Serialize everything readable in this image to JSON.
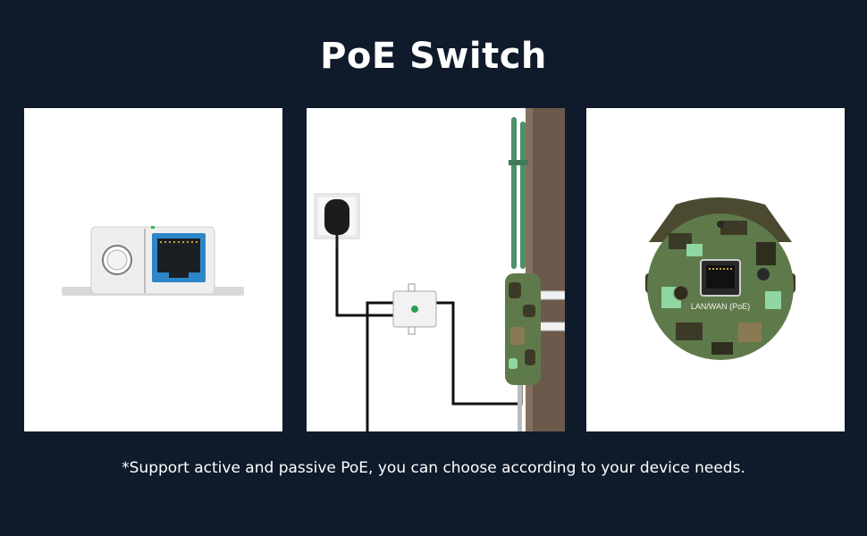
{
  "header": {
    "title": "PoE Switch"
  },
  "panels": [
    {
      "icon": "poe-injector-port-icon"
    },
    {
      "icon": "poe-installation-diagram-icon"
    },
    {
      "icon": "camo-device-lan-port-icon"
    }
  ],
  "device_port_label": "LAN/WAN (PoE)",
  "footer": {
    "note": "*Support active and passive PoE, you can choose according to your device needs."
  },
  "colors": {
    "background": "#0f1a2b",
    "panel": "#ffffff",
    "port_blue": "#2d86c8",
    "camo_dark": "#3b3a26",
    "camo_green": "#5f7a4a",
    "camo_light": "#8fd6a3",
    "antenna_green": "#4f8f6a",
    "pole_brown": "#6b5a4c"
  }
}
